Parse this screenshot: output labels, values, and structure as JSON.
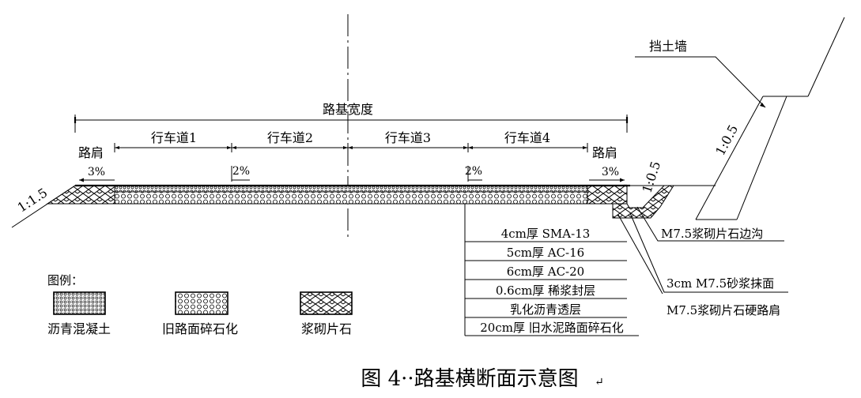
{
  "diagram": {
    "width_label": "路基宽度",
    "lanes": [
      "行车道1",
      "行车道2",
      "行车道3",
      "行车道4"
    ],
    "shoulder_left": "路肩",
    "shoulder_right": "路肩",
    "slopes": {
      "left_shoulder": "3%",
      "lane_left": "2%",
      "lane_right": "2%",
      "right_shoulder": "3%"
    },
    "embankment_slope": "1:1.5",
    "ditch_slope": "1:0.5",
    "wall_slope": "1:0.5",
    "wall_label": "挡土墙",
    "annotations": [
      "M7.5浆砌片石边沟",
      "3cm M7.5砂浆抹面",
      "M7.5浆砌片石硬路肩"
    ],
    "layers": [
      "4cm厚 SMA-13",
      "5cm厚 AC-16",
      "6cm厚 AC-20",
      "0.6cm厚 稀浆封层",
      "乳化沥青透层",
      "20cm厚 旧水泥路面碎石化"
    ]
  },
  "legend": {
    "title": "图例：",
    "items": [
      {
        "label": "沥青混凝土",
        "pattern": "asphalt"
      },
      {
        "label": "旧路面碎石化",
        "pattern": "crushed"
      },
      {
        "label": "浆砌片石",
        "pattern": "masonry"
      }
    ]
  },
  "caption": "图 4··路基横断面示意图",
  "caption_mark": "↵"
}
